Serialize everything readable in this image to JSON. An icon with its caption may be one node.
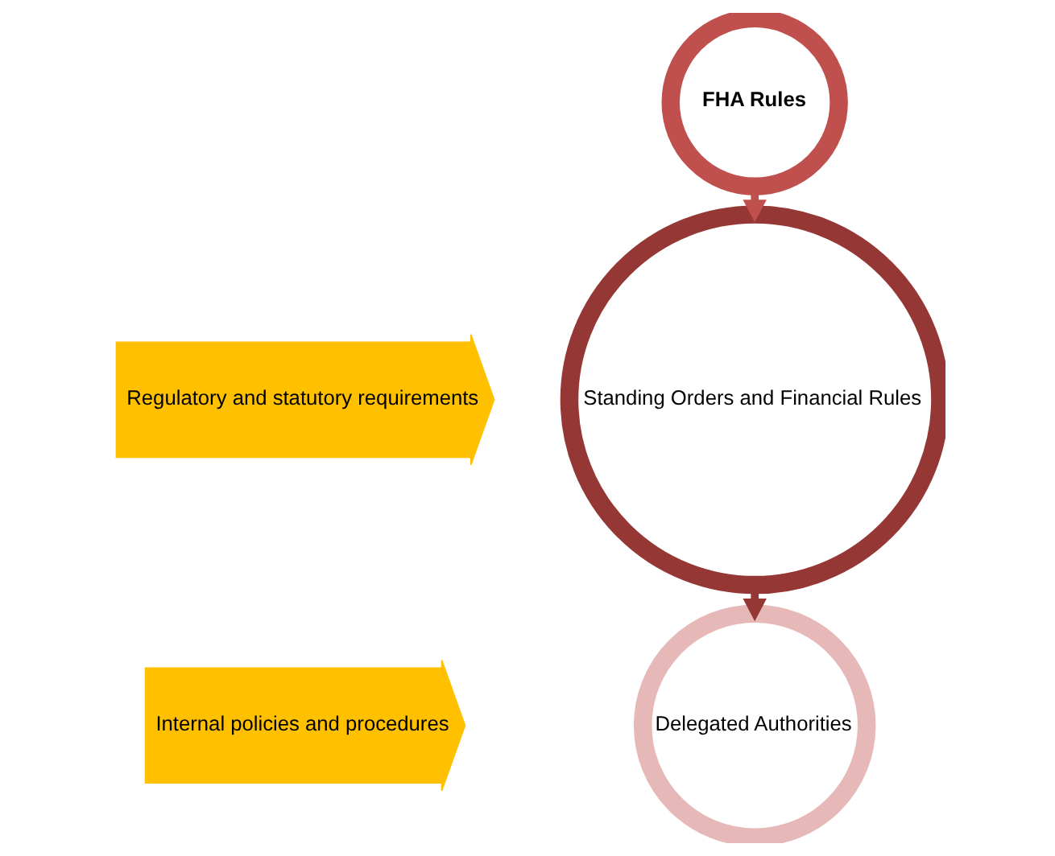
{
  "diagram": {
    "nodes": [
      {
        "text": [
          "Regulatory and statutory requirements"
        ]
      },
      {
        "text": [
          "Internal policies and procedures"
        ]
      },
      {
        "text": [
          "FHA Rules"
        ]
      },
      {
        "text": [
          "Standing Orders and Financial Rules"
        ]
      },
      {
        "text": [
          "Delegated Authorities"
        ]
      }
    ],
    "edges": [
      {
        "from": 2,
        "to": 3,
        "arrow": "to"
      },
      {
        "from": 3,
        "to": 4,
        "arrow": "to"
      }
    ]
  }
}
